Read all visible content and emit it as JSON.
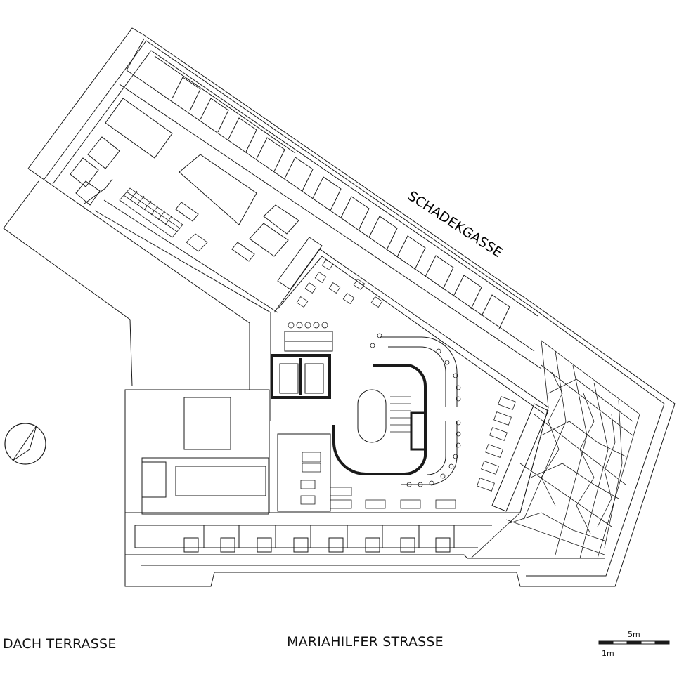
{
  "labels": {
    "street_side": "SCHADEKGASSE",
    "street_front": "MARIAHILFER STRASSE",
    "plan_title": "DACH TERRASSE"
  },
  "scale_bar": {
    "major": "5m",
    "minor": "1m"
  },
  "north_arrow": "north-arrow-icon",
  "colors": {
    "line": "#1a1a1a",
    "background": "#ffffff"
  }
}
